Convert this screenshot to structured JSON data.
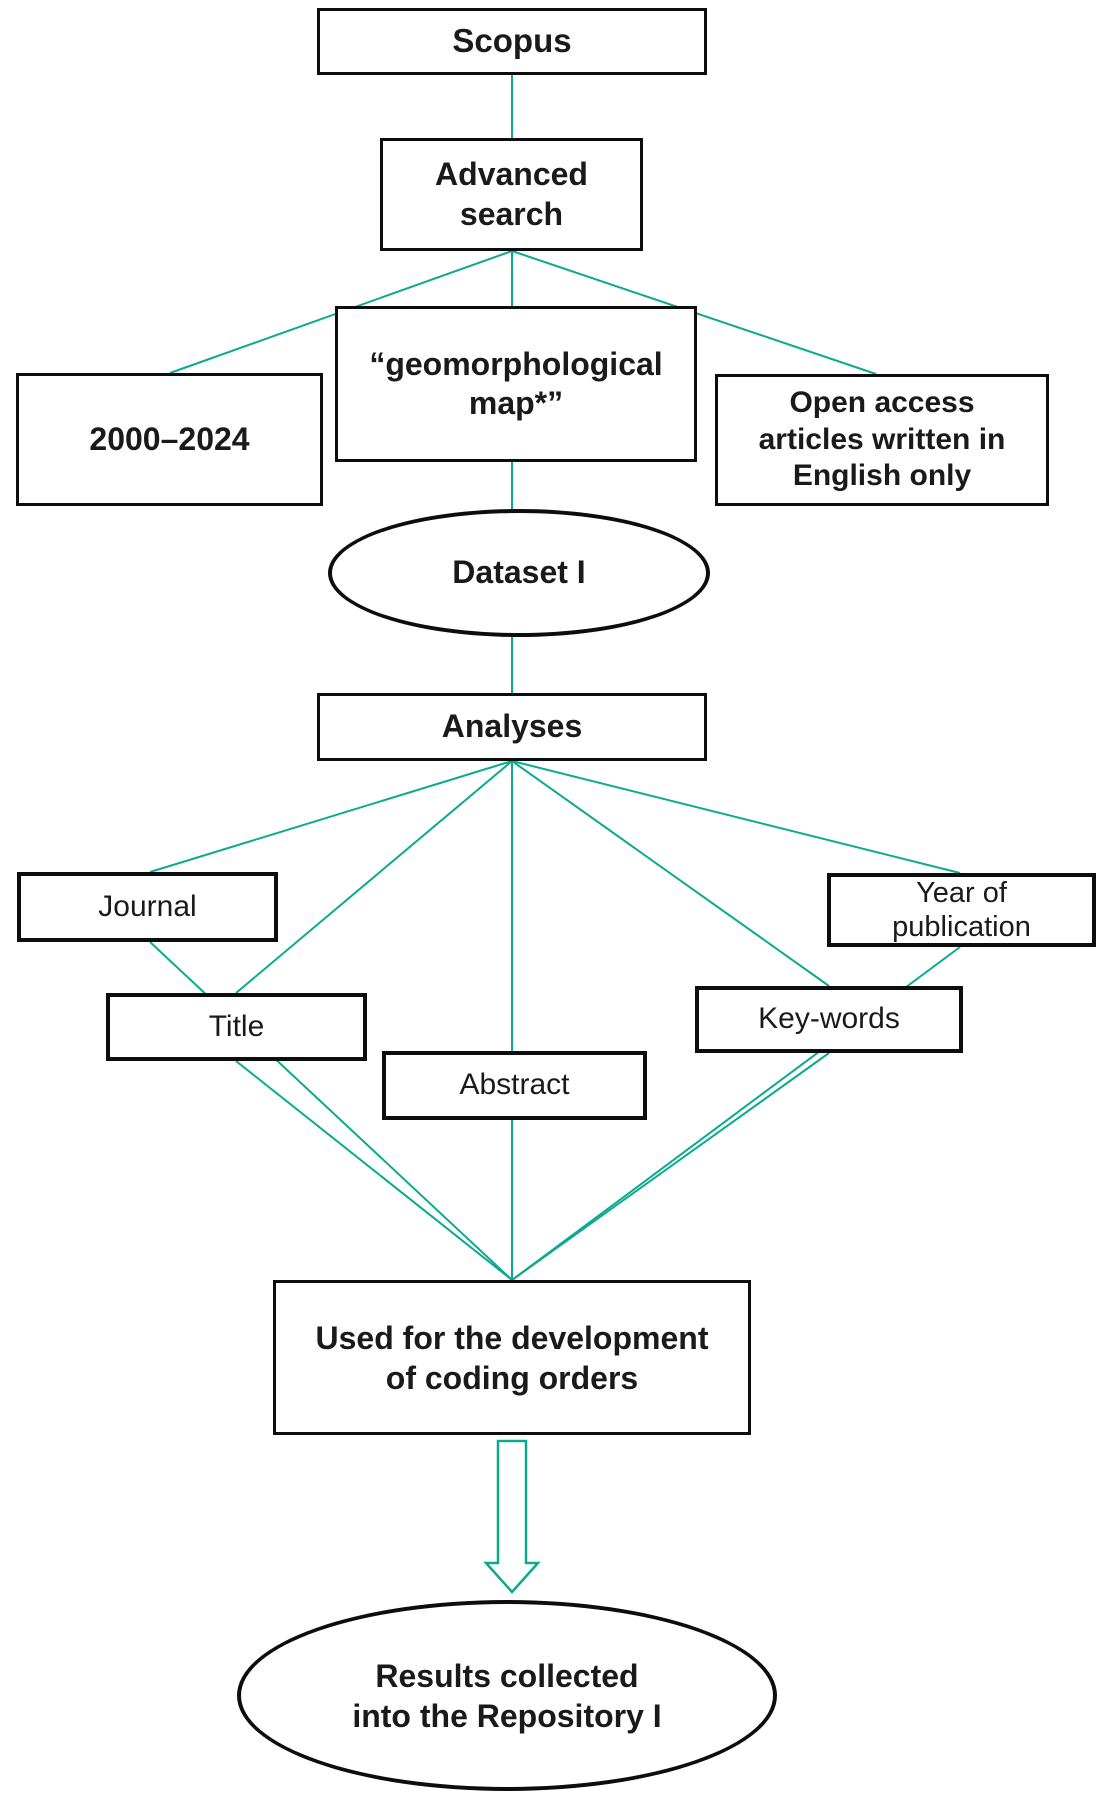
{
  "diagram": {
    "title": "Scopus literature search and analysis workflow",
    "colors": {
      "connector": "#0BAA8E",
      "border": "#0d0d0d",
      "text": "#1a1a1a",
      "node_fill": "#ffffff"
    },
    "nodes": {
      "scopus": {
        "label": "Scopus",
        "shape": "rect"
      },
      "advanced_search": {
        "label": "Advanced\nsearch",
        "shape": "rect"
      },
      "year_range": {
        "label": "2000–2024",
        "shape": "rect"
      },
      "query": {
        "label": "“geomorphological\nmap*”",
        "shape": "rect"
      },
      "open_access": {
        "label": "Open access\narticles written in\nEnglish only",
        "shape": "rect"
      },
      "dataset1": {
        "label": "Dataset I",
        "shape": "ellipse"
      },
      "analyses": {
        "label": "Analyses",
        "shape": "rect"
      },
      "journal": {
        "label": "Journal",
        "shape": "rect"
      },
      "title": {
        "label": "Title",
        "shape": "rect"
      },
      "abstract": {
        "label": "Abstract",
        "shape": "rect"
      },
      "keywords": {
        "label": "Key-words",
        "shape": "rect"
      },
      "year_of_publication": {
        "label": "Year of\npublication",
        "shape": "rect"
      },
      "coding_orders": {
        "label": "Used for the development\nof coding orders",
        "shape": "rect"
      },
      "repository1": {
        "label": "Results collected\ninto the Repository I",
        "shape": "ellipse"
      }
    },
    "edges": [
      {
        "from": "scopus",
        "to": "advanced_search",
        "style": "line"
      },
      {
        "from": "advanced_search",
        "to": "year_range",
        "style": "line"
      },
      {
        "from": "advanced_search",
        "to": "query",
        "style": "line"
      },
      {
        "from": "advanced_search",
        "to": "open_access",
        "style": "line"
      },
      {
        "from": "query",
        "to": "dataset1",
        "style": "line"
      },
      {
        "from": "dataset1",
        "to": "analyses",
        "style": "line"
      },
      {
        "from": "analyses",
        "to": "journal",
        "style": "line"
      },
      {
        "from": "analyses",
        "to": "title",
        "style": "line"
      },
      {
        "from": "analyses",
        "to": "abstract",
        "style": "line"
      },
      {
        "from": "analyses",
        "to": "keywords",
        "style": "line"
      },
      {
        "from": "analyses",
        "to": "year_of_publication",
        "style": "line"
      },
      {
        "from": "journal",
        "to": "coding_orders",
        "style": "line"
      },
      {
        "from": "title",
        "to": "coding_orders",
        "style": "line"
      },
      {
        "from": "abstract",
        "to": "coding_orders",
        "style": "line"
      },
      {
        "from": "keywords",
        "to": "coding_orders",
        "style": "line"
      },
      {
        "from": "year_of_publication",
        "to": "coding_orders",
        "style": "line"
      },
      {
        "from": "coding_orders",
        "to": "repository1",
        "style": "block-arrow"
      }
    ]
  }
}
